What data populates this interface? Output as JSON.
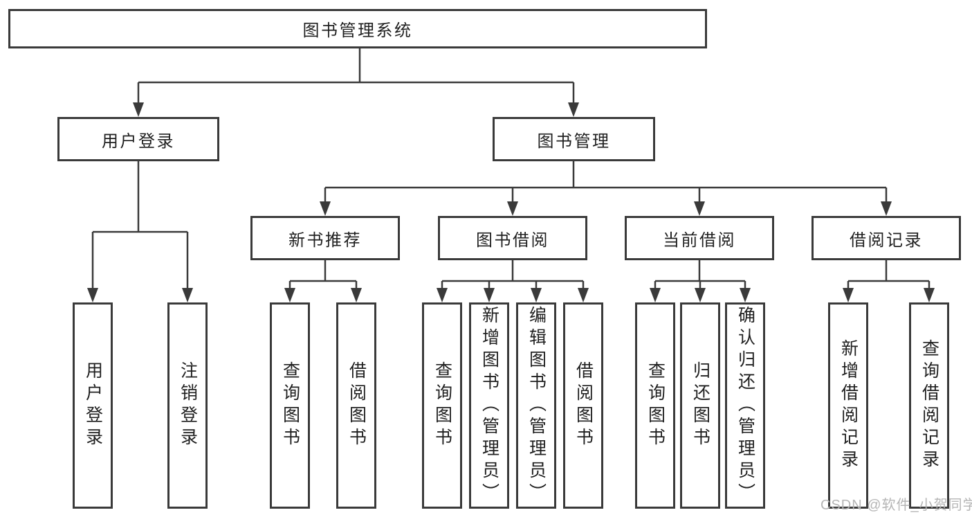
{
  "diagram": {
    "title": "图书管理系统",
    "colors": {
      "line": "#3a3a3a",
      "box_border": "#3a3a3a",
      "text": "#1f1f1f",
      "background": "#ffffff",
      "watermark": "#b5b5b5"
    },
    "nodes": {
      "root": {
        "label": "图书管理系统"
      },
      "login": {
        "label": "用户登录"
      },
      "book_mgmt": {
        "label": "图书管理"
      },
      "new_book": {
        "label": "新书推荐"
      },
      "book_borrow": {
        "label": "图书借阅"
      },
      "current_borrow": {
        "label": "当前借阅"
      },
      "borrow_records": {
        "label": "借阅记录"
      },
      "user_login": {
        "label": "用户登录"
      },
      "logout": {
        "label": "注销登录"
      },
      "nb_query": {
        "label": "查询图书"
      },
      "nb_borrow": {
        "label": "借阅图书"
      },
      "bb_query": {
        "label": "查询图书"
      },
      "bb_add": {
        "label": "新增图书（管理员）"
      },
      "bb_edit": {
        "label": "编辑图书（管理员）"
      },
      "bb_borrow": {
        "label": "借阅图书"
      },
      "cb_query": {
        "label": "查询图书"
      },
      "cb_return": {
        "label": "归还图书"
      },
      "cb_confirm": {
        "label": "确认归还（管理员）"
      },
      "br_add": {
        "label": "新增借阅记录"
      },
      "br_query": {
        "label": "查询借阅记录"
      }
    },
    "hierarchy": {
      "root": [
        "login",
        "book_mgmt"
      ],
      "login": [
        "user_login",
        "logout"
      ],
      "book_mgmt": [
        "new_book",
        "book_borrow",
        "current_borrow",
        "borrow_records"
      ],
      "new_book": [
        "nb_query",
        "nb_borrow"
      ],
      "book_borrow": [
        "bb_query",
        "bb_add",
        "bb_edit",
        "bb_borrow"
      ],
      "current_borrow": [
        "cb_query",
        "cb_return",
        "cb_confirm"
      ],
      "borrow_records": [
        "br_add",
        "br_query"
      ]
    },
    "watermark": "CSDN @软件_小贺同学"
  }
}
